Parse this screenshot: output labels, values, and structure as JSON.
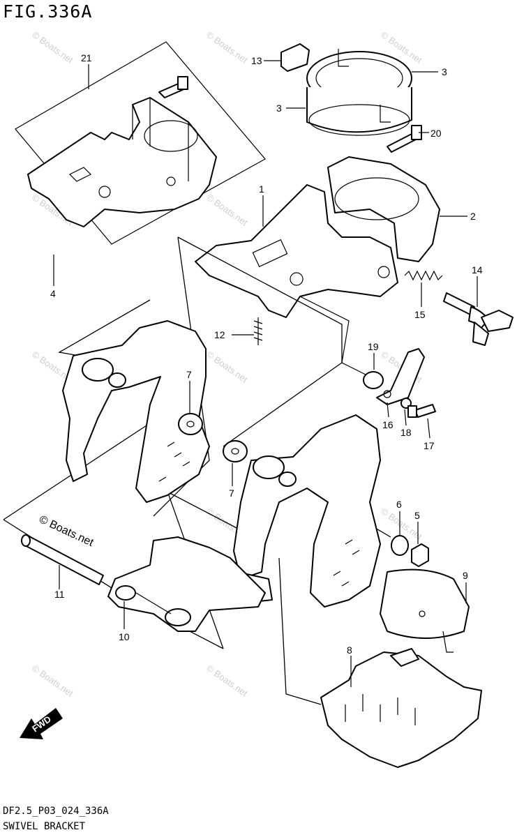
{
  "figure": {
    "title": "FIG.336A",
    "code": "DF2.5_P03_024_336A",
    "name": "SWIVEL BRACKET",
    "watermark": "© Boats.net",
    "brand": "© Boats.net",
    "direction_label": "FWD"
  },
  "callouts": [
    "1",
    "2",
    "3",
    "3",
    "4",
    "5",
    "6",
    "7",
    "7",
    "8",
    "9",
    "10",
    "11",
    "12",
    "13",
    "14",
    "15",
    "16",
    "17",
    "18",
    "19",
    "20",
    "21"
  ]
}
